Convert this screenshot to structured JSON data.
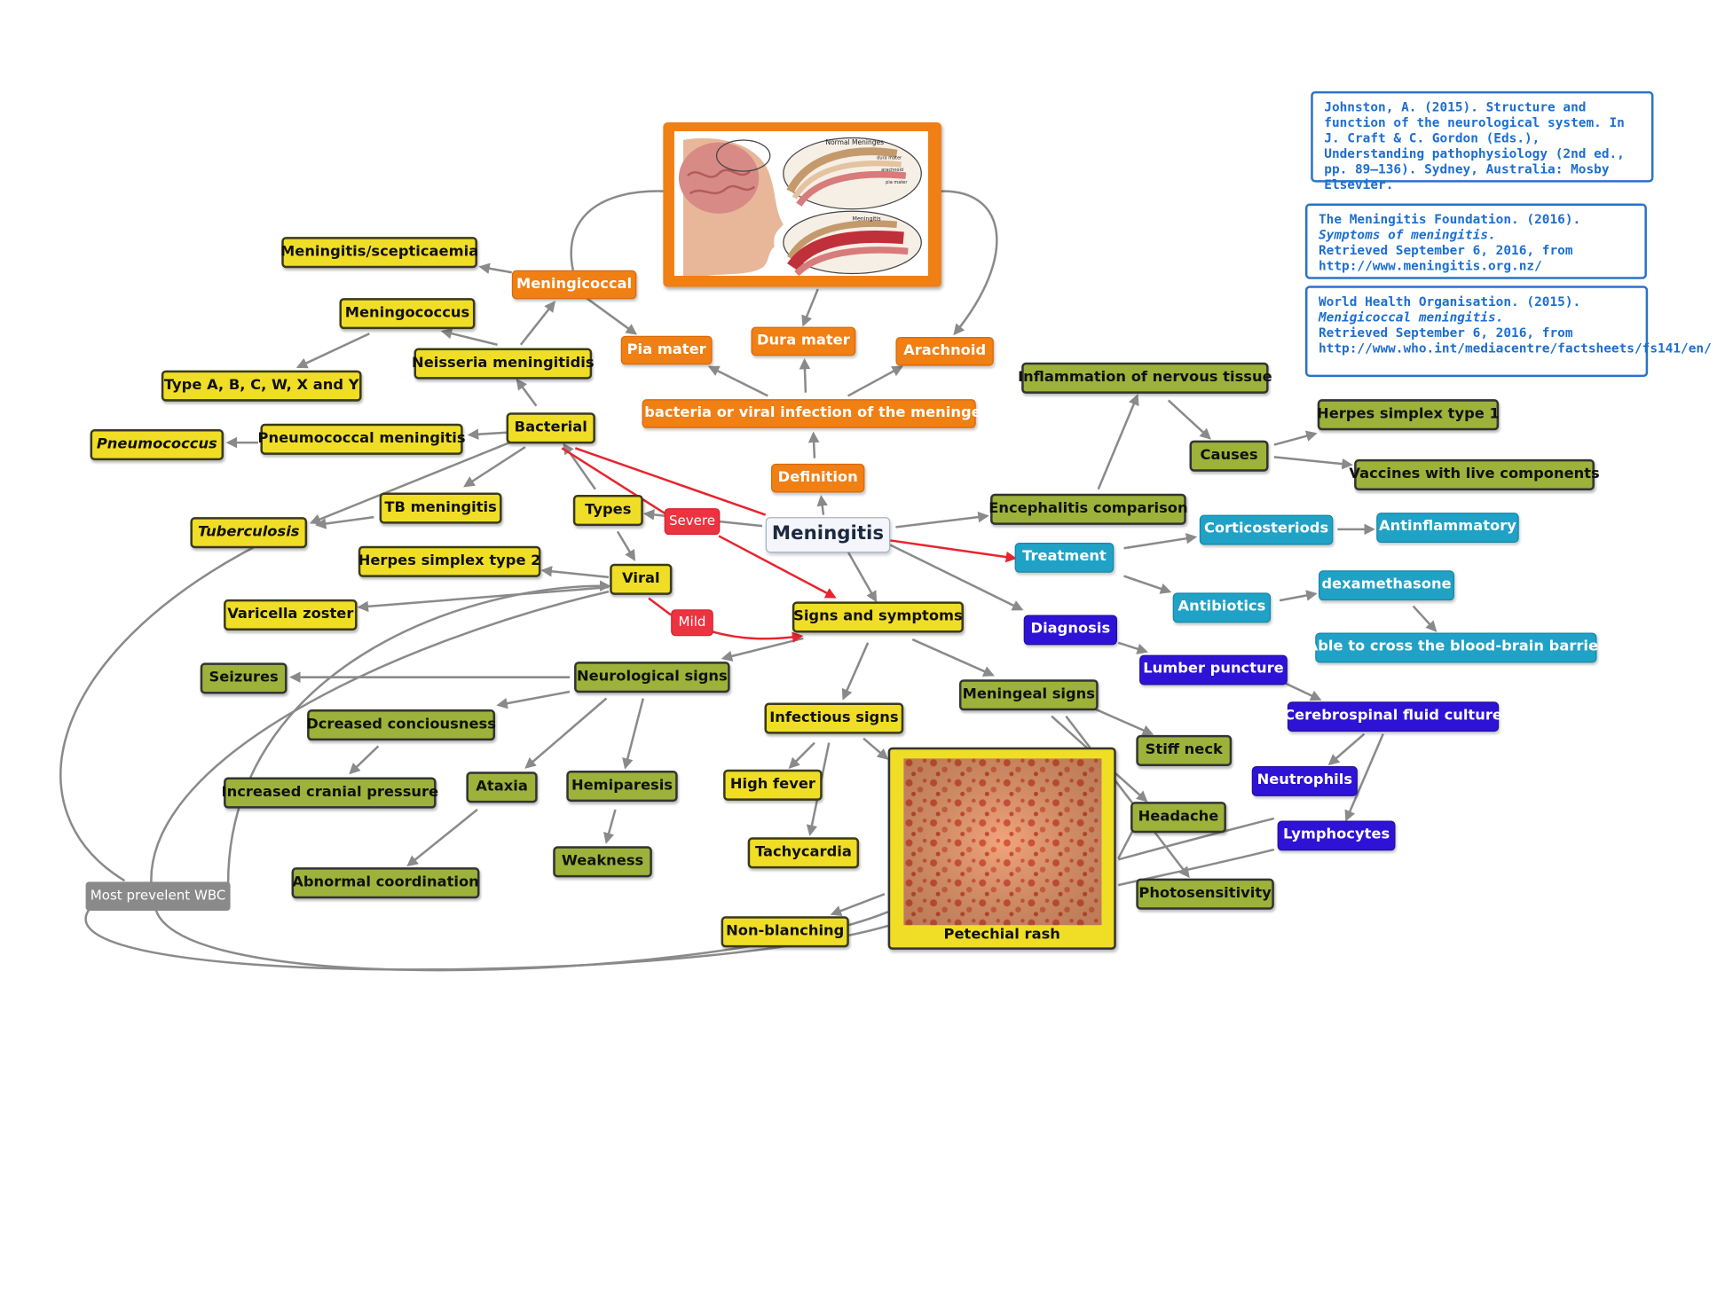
{
  "central": "Meningitis",
  "severity": {
    "severe": "Severe",
    "mild": "Mild"
  },
  "anatomy": {
    "definition": "Definition",
    "definition_text": "A bacteria or viral infection of the meninges",
    "pia_mater": "Pia mater",
    "dura_mater": "Dura mater",
    "arachnoid": "Arachnoid",
    "figure_labels": {
      "normal": "Normal Meninges",
      "dura": "dura mater",
      "arachnoid": "arachnoid",
      "pia": "pia mater",
      "meningitis": "Meningitis"
    }
  },
  "types": {
    "label": "Types",
    "bacterial": "Bacterial",
    "meningicoccal": "Meningicoccal",
    "meningitis_septicaemia": "Meningitis/scepticaemia",
    "meningococcus": "Meningococcus",
    "neisseria": "Neisseria meningitidis",
    "serotypes": "Type A, B, C, W, X and Y",
    "pneumococcal": "Pneumococcal meningitis",
    "pneumococcus": "Pneumococcus",
    "tb": "TB meningitis",
    "tuberculosis": "Tuberculosis",
    "viral": "Viral",
    "hsv2": "Herpes simplex type 2",
    "varicella": "Varicella zoster"
  },
  "signs": {
    "label": "Signs and symptoms",
    "neurological": "Neurological signs",
    "seizures": "Seizures",
    "decreased": "Dcreased conciousness",
    "icp": "Increased cranial pressure",
    "ataxia": "Ataxia",
    "abnormal": "Abnormal coordination",
    "hemiparesis": "Hemiparesis",
    "weakness": "Weakness",
    "infectious": "Infectious signs",
    "fever": "High fever",
    "tachy": "Tachycardia",
    "nonblanching": "Non-blanching",
    "petechial": "Petechial rash",
    "meningeal": "Meningeal signs",
    "stiff_neck": "Stiff neck",
    "headache": "Headache",
    "photo": "Photosensitivity"
  },
  "encephalitis": {
    "label": "Encephalitis comparison",
    "inflammation": "Inflammation of nervous tissue",
    "causes": "Causes",
    "hsv1": "Herpes simplex type 1",
    "vaccines": "Vaccines with live components"
  },
  "treatment": {
    "label": "Treatment",
    "corticosteroids": "Corticosteriods",
    "antiinflammatory": "Antinflammatory",
    "antibiotics": "Antibiotics",
    "dexamethasone": "dexamethasone",
    "bbb": "Able to cross the blood-brain barrier"
  },
  "diagnosis": {
    "label": "Diagnosis",
    "lp": "Lumber puncture",
    "csf": "Cerebrospinal fluid culture",
    "neutrophils": "Neutrophils",
    "lymphocytes": "Lymphocytes"
  },
  "wbc_note": "Most prevelent WBC",
  "references": {
    "ref1": "Johnston, A. (2015). Structure and function of the neurological system. In J. Craft & C. Gordon (Eds.), Understanding pathophysiology (2nd ed., pp. 89–136). Sydney, Australia: Mosby Elsevier.",
    "ref2_a": "The Meningitis Foundation. (2016).",
    "ref2_title": "Symptoms of meningitis.",
    "ref2_b": "Retrieved September 6, 2016, from http://www.meningitis.org.nz/",
    "ref3_a": "World Health Organisation. (2015).",
    "ref3_title": "Menigicoccal meningitis.",
    "ref3_b": "Retrieved September 6, 2016, from http://www.who.int/mediacentre/factsheets/fs141/en/"
  },
  "colors": {
    "yellow": "#f0de26",
    "olive": "#9db23a",
    "orange": "#f07f14",
    "teal": "#1fa2c6",
    "purple": "#2e12d6",
    "red": "#ee3340",
    "link": "#8a8a8a",
    "red_link": "#e8242f"
  }
}
